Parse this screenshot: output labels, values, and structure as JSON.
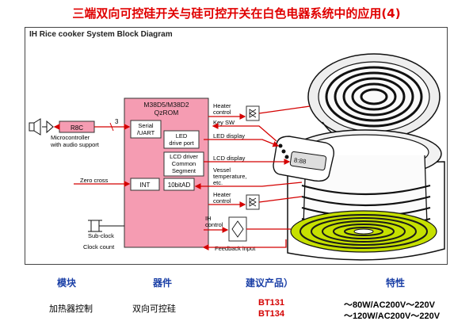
{
  "slide": {
    "title": "三端双向可控硅开关与硅可控开关在白色电器系统中的应用(4)"
  },
  "diagram": {
    "title": "IH Rice cooker System Block Diagram",
    "mcu": {
      "line1": "M38D5/M38D2",
      "line2": "QzROM"
    },
    "r8c_label": "R8C",
    "r8c_count": "3",
    "mic_line1": "Microcontroller",
    "mic_line2": "with audio support",
    "serial_line1": "Serial",
    "serial_line2": "/UART",
    "led_line1": "LED",
    "led_line2": "drive port",
    "lcd_line1": "LCD driver",
    "lcd_line2": "Common",
    "lcd_line3": "Segment",
    "int_label": "INT",
    "adc_label": "10bitAD",
    "zero_cross": "Zero cross",
    "sub_clock": "Sub-clock",
    "clock_count": "Clock count",
    "heater_ctrl_1": "Heater",
    "heater_ctrl_1b": "control",
    "key_sw": "Key SW",
    "led_display": "LED display",
    "lcd_display": "LCD display",
    "vessel_1": "Vessel",
    "vessel_2": "temperature,",
    "vessel_3": "etc.",
    "heater_ctrl_2": "Heater",
    "heater_ctrl_2b": "control",
    "ih_1": "IH",
    "ih_2": "control",
    "feedback": "Feedback input"
  },
  "table": {
    "headers": [
      "模块",
      "器件",
      "建议产品）",
      "特性"
    ],
    "row": {
      "module": "加热器控制",
      "device": "双向可控硅",
      "products": [
        "BT131",
        "BT134"
      ],
      "specs": [
        "～80W/AC200V～220V",
        "～120W/AC200V～220V"
      ]
    }
  },
  "colors": {
    "title": "#e00000",
    "mcu_block": "#f59cb2",
    "header_text": "#1a3fa6",
    "product_text": "#d40000",
    "coil_green": "#c6e000",
    "arrow_red": "#d40000"
  }
}
